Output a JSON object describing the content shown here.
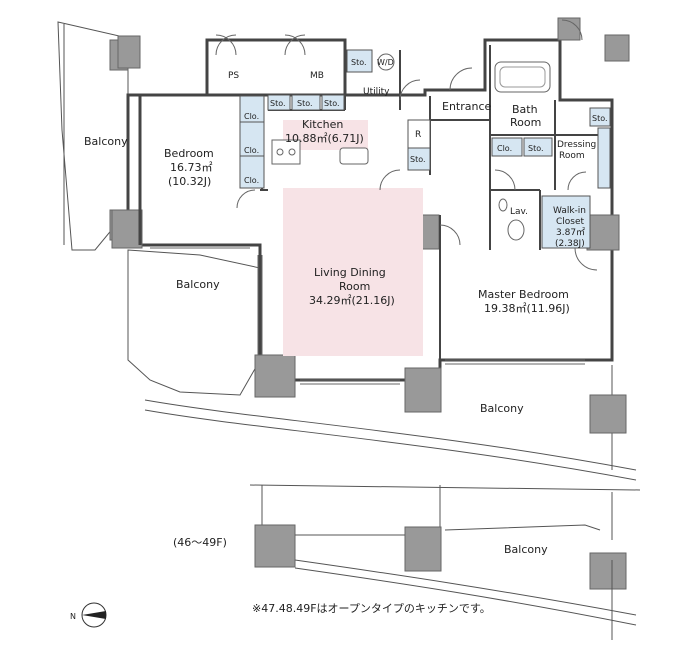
{
  "rooms": {
    "balcony_left": "Balcony",
    "bedroom_name": "Bedroom",
    "bedroom_area": "16.73㎡",
    "bedroom_jo": "(10.32J)",
    "ps": "PS",
    "mb": "MB",
    "sto": "Sto.",
    "wd": "W/D",
    "utility": "Utility",
    "kitchen_name": "Kitchen",
    "kitchen_area": "10.88㎡(6.71J)",
    "clo": "Clo.",
    "fridge": "R",
    "entrance": "Entrance",
    "bath_line1": "Bath",
    "bath_line2": "Room",
    "dressing_line1": "Dressing",
    "dressing_line2": "Room",
    "lav": "Lav.",
    "wic_line1": "Walk-in",
    "wic_line2": "Closet",
    "wic_area": "3.87㎡",
    "wic_jo": "(2.38J)",
    "living_line1": "Living Dining",
    "living_line2": "Room",
    "living_area": "34.29㎡(21.16J)",
    "master_name": "Master Bedroom",
    "master_area": "19.38㎡(11.96J)",
    "balcony_mid": "Balcony",
    "balcony_bottom": "Balcony",
    "balcony_lower_plan": "Balcony"
  },
  "floor_note": "(46～49F)",
  "footnote": "※47.48.49Fはオープンタイプのキッチンです。",
  "compass": "N"
}
